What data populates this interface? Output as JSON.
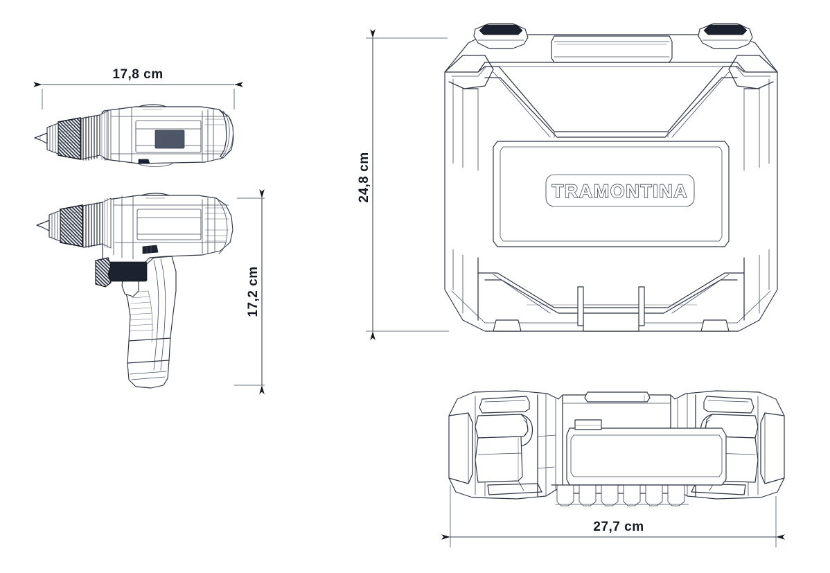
{
  "document": {
    "type": "technical-dimension-drawing",
    "background_color": "#ffffff",
    "line_color": "#2b3240",
    "subject": "cordless drill and carrying case"
  },
  "brand": {
    "name": "TRAMONTINA",
    "location": "case lid plaque"
  },
  "views": [
    {
      "id": "drill-top-view",
      "label": "drill top view",
      "dimension_label": "17,8 cm"
    },
    {
      "id": "drill-side-view",
      "label": "drill side view",
      "dimension_label": "17,2 cm"
    },
    {
      "id": "case-front-view",
      "label": "case front view",
      "dimension_label": "24,8 cm"
    },
    {
      "id": "case-top-view",
      "label": "case top view",
      "dimension_label": "27,7 cm"
    }
  ],
  "dimensions": {
    "drill_length": {
      "value": "17,8",
      "unit": "cm",
      "text": "17,8 cm",
      "orientation": "horizontal",
      "applies_to": "drill-top-view"
    },
    "drill_height": {
      "value": "17,2",
      "unit": "cm",
      "text": "17,2 cm",
      "orientation": "vertical",
      "applies_to": "drill-side-view"
    },
    "case_height": {
      "value": "24,8",
      "unit": "cm",
      "text": "24,8 cm",
      "orientation": "vertical",
      "applies_to": "case-front-view"
    },
    "case_width": {
      "value": "27,7",
      "unit": "cm",
      "text": "27,7 cm",
      "orientation": "horizontal",
      "applies_to": "case-top-view"
    }
  },
  "colors": {
    "stroke": "#2b3240",
    "dim_text": "#141821",
    "dark_detail": "#1c2230",
    "background": "#ffffff"
  }
}
